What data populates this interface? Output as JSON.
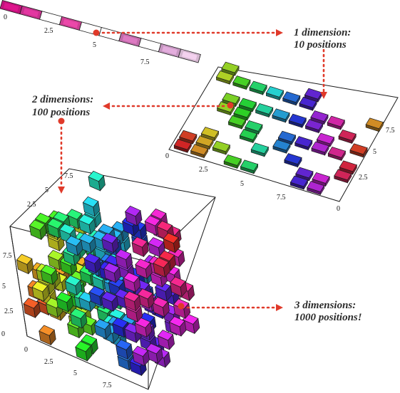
{
  "colors": {
    "arrow": "#e03a2a",
    "outline": "#1a1a1a",
    "label": "#2b2b2b"
  },
  "labels": {
    "one_d": [
      "1 dimension:",
      "10 positions"
    ],
    "two_d": [
      "2 dimensions:",
      "100 positions"
    ],
    "three_d": [
      "3 dimensions:",
      "1000 positions!"
    ]
  },
  "strip": {
    "ticks": [
      "0",
      "2.5",
      "5",
      "7.5"
    ],
    "filled_cells": [
      {
        "index": 0,
        "color": "#c1137b"
      },
      {
        "index": 1,
        "color": "#c5308c"
      },
      {
        "index": 3,
        "color": "#cc3f93"
      },
      {
        "index": 6,
        "color": "#c06aa9"
      },
      {
        "index": 8,
        "color": "#c596c0"
      },
      {
        "index": 9,
        "color": "#d3b6cf"
      }
    ]
  },
  "plane": {
    "ticks_x": [
      "0",
      "2.5",
      "5",
      "7.5"
    ],
    "ticks_y": [
      "0",
      "2.5",
      "5",
      "7.5"
    ]
  },
  "cube_box": {
    "ticks_x": [
      "0",
      "2.5",
      "5",
      "7.5"
    ],
    "ticks_y": [
      "2.5",
      "5",
      "7.5"
    ],
    "ticks_z": [
      "0",
      "2.5",
      "5",
      "7.5"
    ]
  }
}
